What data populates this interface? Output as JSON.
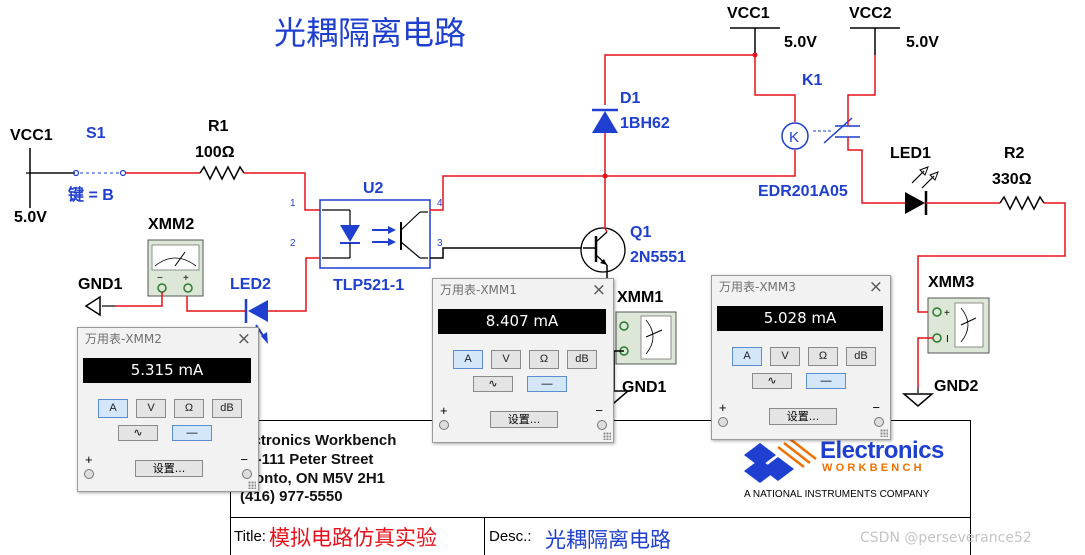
{
  "diagram": {
    "title": "光耦隔离电路",
    "components": {
      "vcc1_left": {
        "name": "VCC1",
        "value": "5.0V"
      },
      "vcc1_top": {
        "name": "VCC1",
        "value": "5.0V"
      },
      "vcc2_top": {
        "name": "VCC2",
        "value": "5.0V"
      },
      "s1": {
        "name": "S1",
        "key": "键 = B"
      },
      "r1": {
        "name": "R1",
        "value": "100Ω"
      },
      "u2": {
        "name": "U2",
        "part": "TLP521-1",
        "pins": [
          "1",
          "2",
          "4",
          "3"
        ]
      },
      "d1": {
        "name": "D1",
        "part": "1BH62"
      },
      "q1": {
        "name": "Q1",
        "part": "2N5551"
      },
      "k1": {
        "name": "K1",
        "part": "EDR201A05",
        "coil_label": "K"
      },
      "led1": {
        "name": "LED1"
      },
      "r2": {
        "name": "R2",
        "value": "330Ω"
      },
      "led2": {
        "name": "LED2"
      },
      "gnd_left": {
        "name": "GND1"
      },
      "gnd_mid": {
        "name": "GND1"
      },
      "gnd_right": {
        "name": "GND2"
      },
      "xmm1": {
        "name": "XMM1"
      },
      "xmm2": {
        "name": "XMM2"
      },
      "xmm3": {
        "name": "XMM3"
      }
    }
  },
  "multimeters": [
    {
      "id": "xmm2",
      "title": "万用表-XMM2",
      "reading": "5.315 mA"
    },
    {
      "id": "xmm1",
      "title": "万用表-XMM1",
      "reading": "8.407 mA"
    },
    {
      "id": "xmm3",
      "title": "万用表-XMM3",
      "reading": "5.028 mA"
    }
  ],
  "meter_controls": {
    "close": "×",
    "modes": [
      "A",
      "V",
      "Ω",
      "dB"
    ],
    "selected_mode": "A",
    "wave_ac": "∿",
    "wave_dc": "—",
    "plus": "+",
    "minus": "−",
    "settings_label": "设置..."
  },
  "title_block": {
    "address_lines": [
      "lectronics Workbench",
      "01-111 Peter Street",
      "oronto, ON M5V 2H1",
      "(416) 977-5550"
    ],
    "title_label": "Title:",
    "title_value": "模拟电路仿真实验",
    "desc_label": "Desc.:",
    "desc_value": "光耦隔离电路",
    "logo_line1": "Electronics",
    "logo_line2": "WORKBENCH",
    "logo_line3": "A NATIONAL INSTRUMENTS COMPANY"
  },
  "watermark": "CSDN @perseverance52",
  "colors": {
    "wire_red": "#e8101a",
    "wire_black": "#000000",
    "component_blue": "#1f3fd0",
    "logo_orange": "#f07000"
  }
}
